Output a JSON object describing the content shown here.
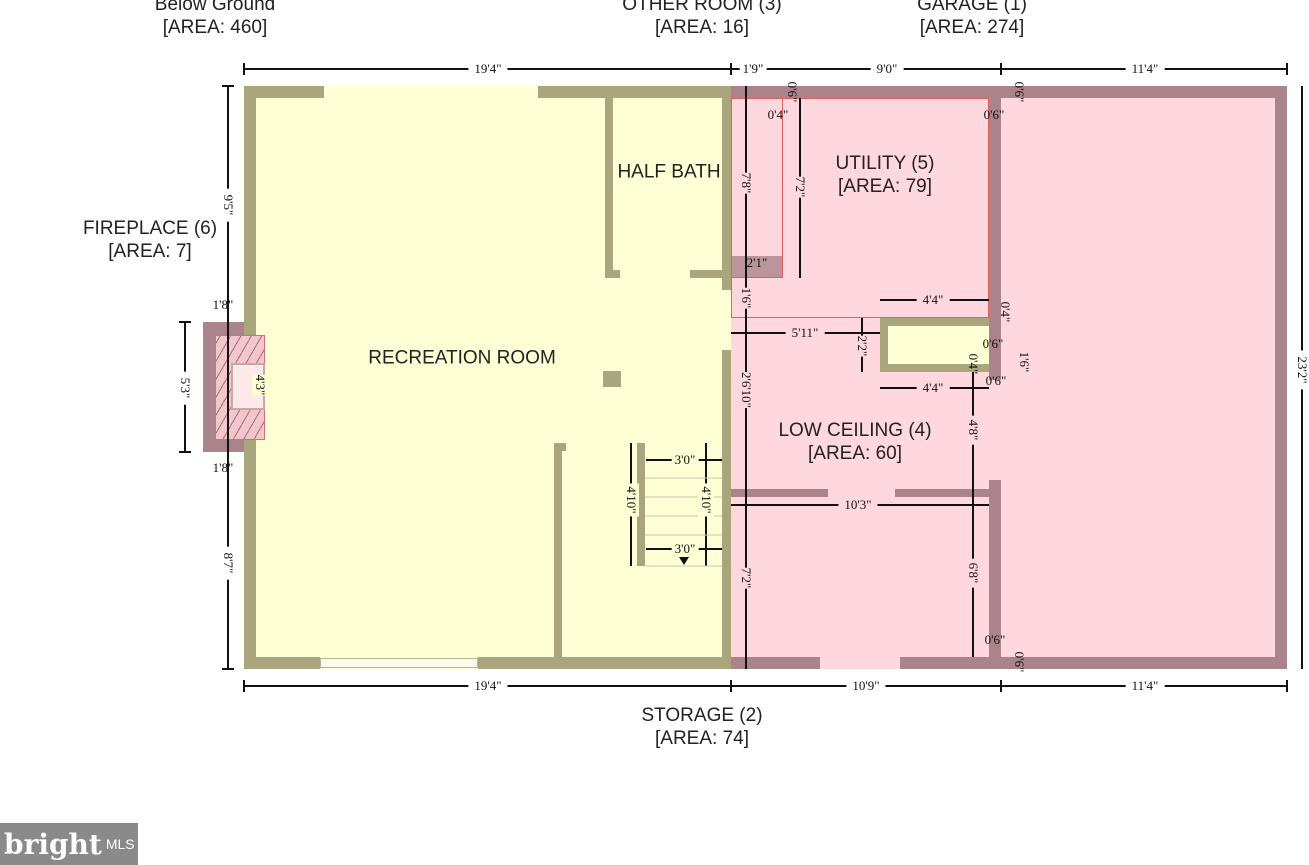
{
  "labels": {
    "below_ground": {
      "name": "Below Ground",
      "area": "[AREA: 460]"
    },
    "other_room": {
      "name": "OTHER ROOM (3)",
      "area": "[AREA: 16]"
    },
    "garage": {
      "name": "GARAGE (1)",
      "area": "[AREA: 274]"
    },
    "fireplace": {
      "name": "FIREPLACE (6)",
      "area": "[AREA: 7]"
    },
    "half_bath": {
      "name": "HALF BATH"
    },
    "recreation": {
      "name": "RECREATION ROOM"
    },
    "utility": {
      "name": "UTILITY (5)",
      "area": "[AREA: 79]"
    },
    "low_ceiling": {
      "name": "LOW CEILING (4)",
      "area": "[AREA: 60]"
    },
    "storage": {
      "name": "STORAGE (2)",
      "area": "[AREA: 74]"
    }
  },
  "dims": [
    "19'4\"",
    "1'9\"",
    "9'0\"",
    "11'4\"",
    "19'4\"",
    "10'9\"",
    "11'4\"",
    "9'5\"",
    "8'7\"",
    "5'3\"",
    "23'2\"",
    "0'4\"",
    "0'6\"",
    "0'6\"",
    "0'6\"",
    "7'8\"",
    "7'2\"",
    "2'1\"",
    "1'6\"",
    "4'4\"",
    "5'11\"",
    "2'2\"",
    "0'6\"",
    "0'4\"",
    "1'6\"",
    "4'4\"",
    "0'4\"",
    "0'6\"",
    "2'6'10\"",
    "4'8\"",
    "10'3\"",
    "6'8\"",
    "7'2\"",
    "0'6\"",
    "0'6\"",
    "3'0\"",
    "4'10\"",
    "4'10\"",
    "3'0\"",
    "4'3\"",
    "1'8\"",
    "1'8\""
  ],
  "logo": {
    "brand": "bright",
    "suffix": "MLS"
  },
  "colors": {
    "rec_fill": "#ffffd6",
    "rec_wall": "#a9a67e",
    "garage_fill": "#ffd7de",
    "garage_wall": "#ab848b"
  }
}
